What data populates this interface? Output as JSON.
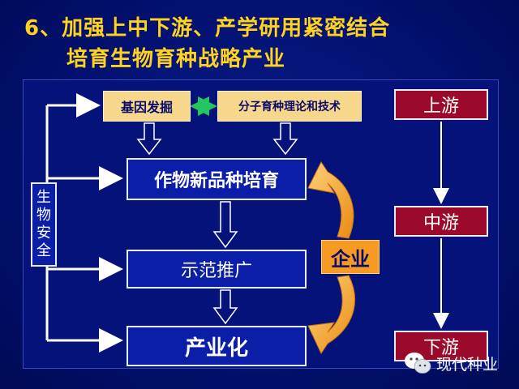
{
  "title": {
    "line1": "6、加强上中下游、产学研用紧密结合",
    "line2": "培育生物育种战略产业"
  },
  "diagram": {
    "gene_mining": "基因发掘",
    "breeding_theory": "分子育种理论和技术",
    "crop_breeding": "作物新品种培育",
    "demonstration": "示范推广",
    "industrialization": "产业化",
    "biosafety": [
      "生",
      "物",
      "安",
      "全"
    ],
    "enterprise": "企业",
    "stages": [
      "上游",
      "中游",
      "下游"
    ]
  },
  "watermark": {
    "text": "现代种业",
    "icon": "wechat-icon"
  },
  "colors": {
    "title": "#ffd21e",
    "background": "#02106e",
    "tan_box": "#f7d78c",
    "blue_box": "#0b1ea8",
    "enterprise": "#f59b23",
    "stage": "#9b0a2a",
    "connector": "#ffffff",
    "double_arrow": "#22c55e"
  }
}
